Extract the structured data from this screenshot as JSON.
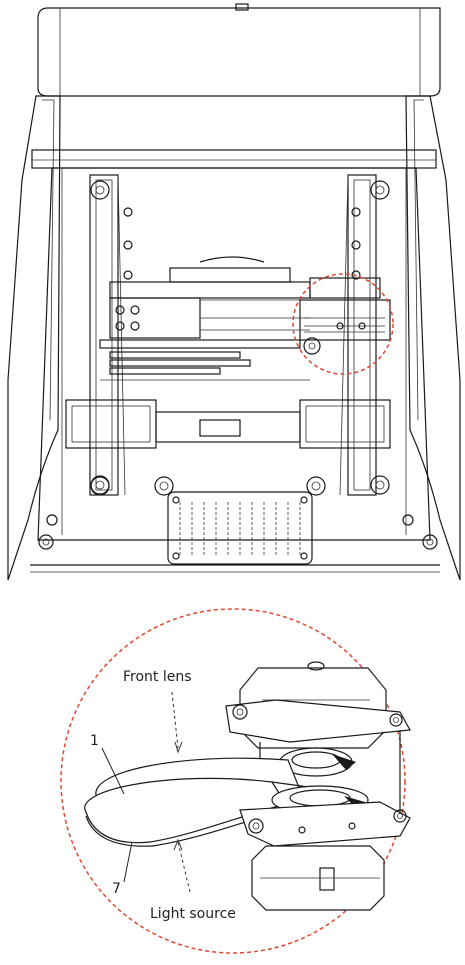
{
  "labels": {
    "front_lens": "Front lens",
    "num_1": "1",
    "num_7": "7",
    "light_source": "Light source"
  },
  "colors": {
    "callout_circle": "#e0482f",
    "line": "#1a1a1a",
    "background": "#ffffff"
  }
}
